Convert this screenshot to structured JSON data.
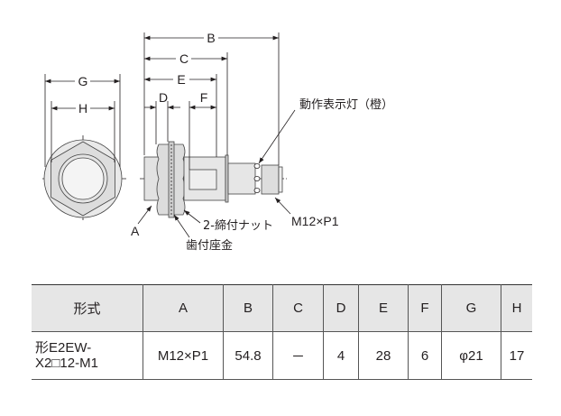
{
  "drawing": {
    "dimensions": {
      "B": "B",
      "C": "C",
      "E": "E",
      "D": "D",
      "F": "F",
      "G": "G",
      "H": "H"
    },
    "callouts": {
      "indicator": "動作表示灯（橙）",
      "connector": "M12×P1",
      "thread": "A",
      "nuts": "2-締付ナット",
      "washer": "歯付座金"
    }
  },
  "table": {
    "headers": [
      "形式",
      "A",
      "B",
      "C",
      "D",
      "E",
      "F",
      "G",
      "H"
    ],
    "rows": [
      {
        "model_line1": "形E2EW-",
        "model_line2": "X2□12-M1",
        "A": "M12×P1",
        "B": "54.8",
        "C": "－",
        "D": "4",
        "E": "28",
        "F": "6",
        "G": "φ21",
        "H": "17"
      }
    ]
  }
}
